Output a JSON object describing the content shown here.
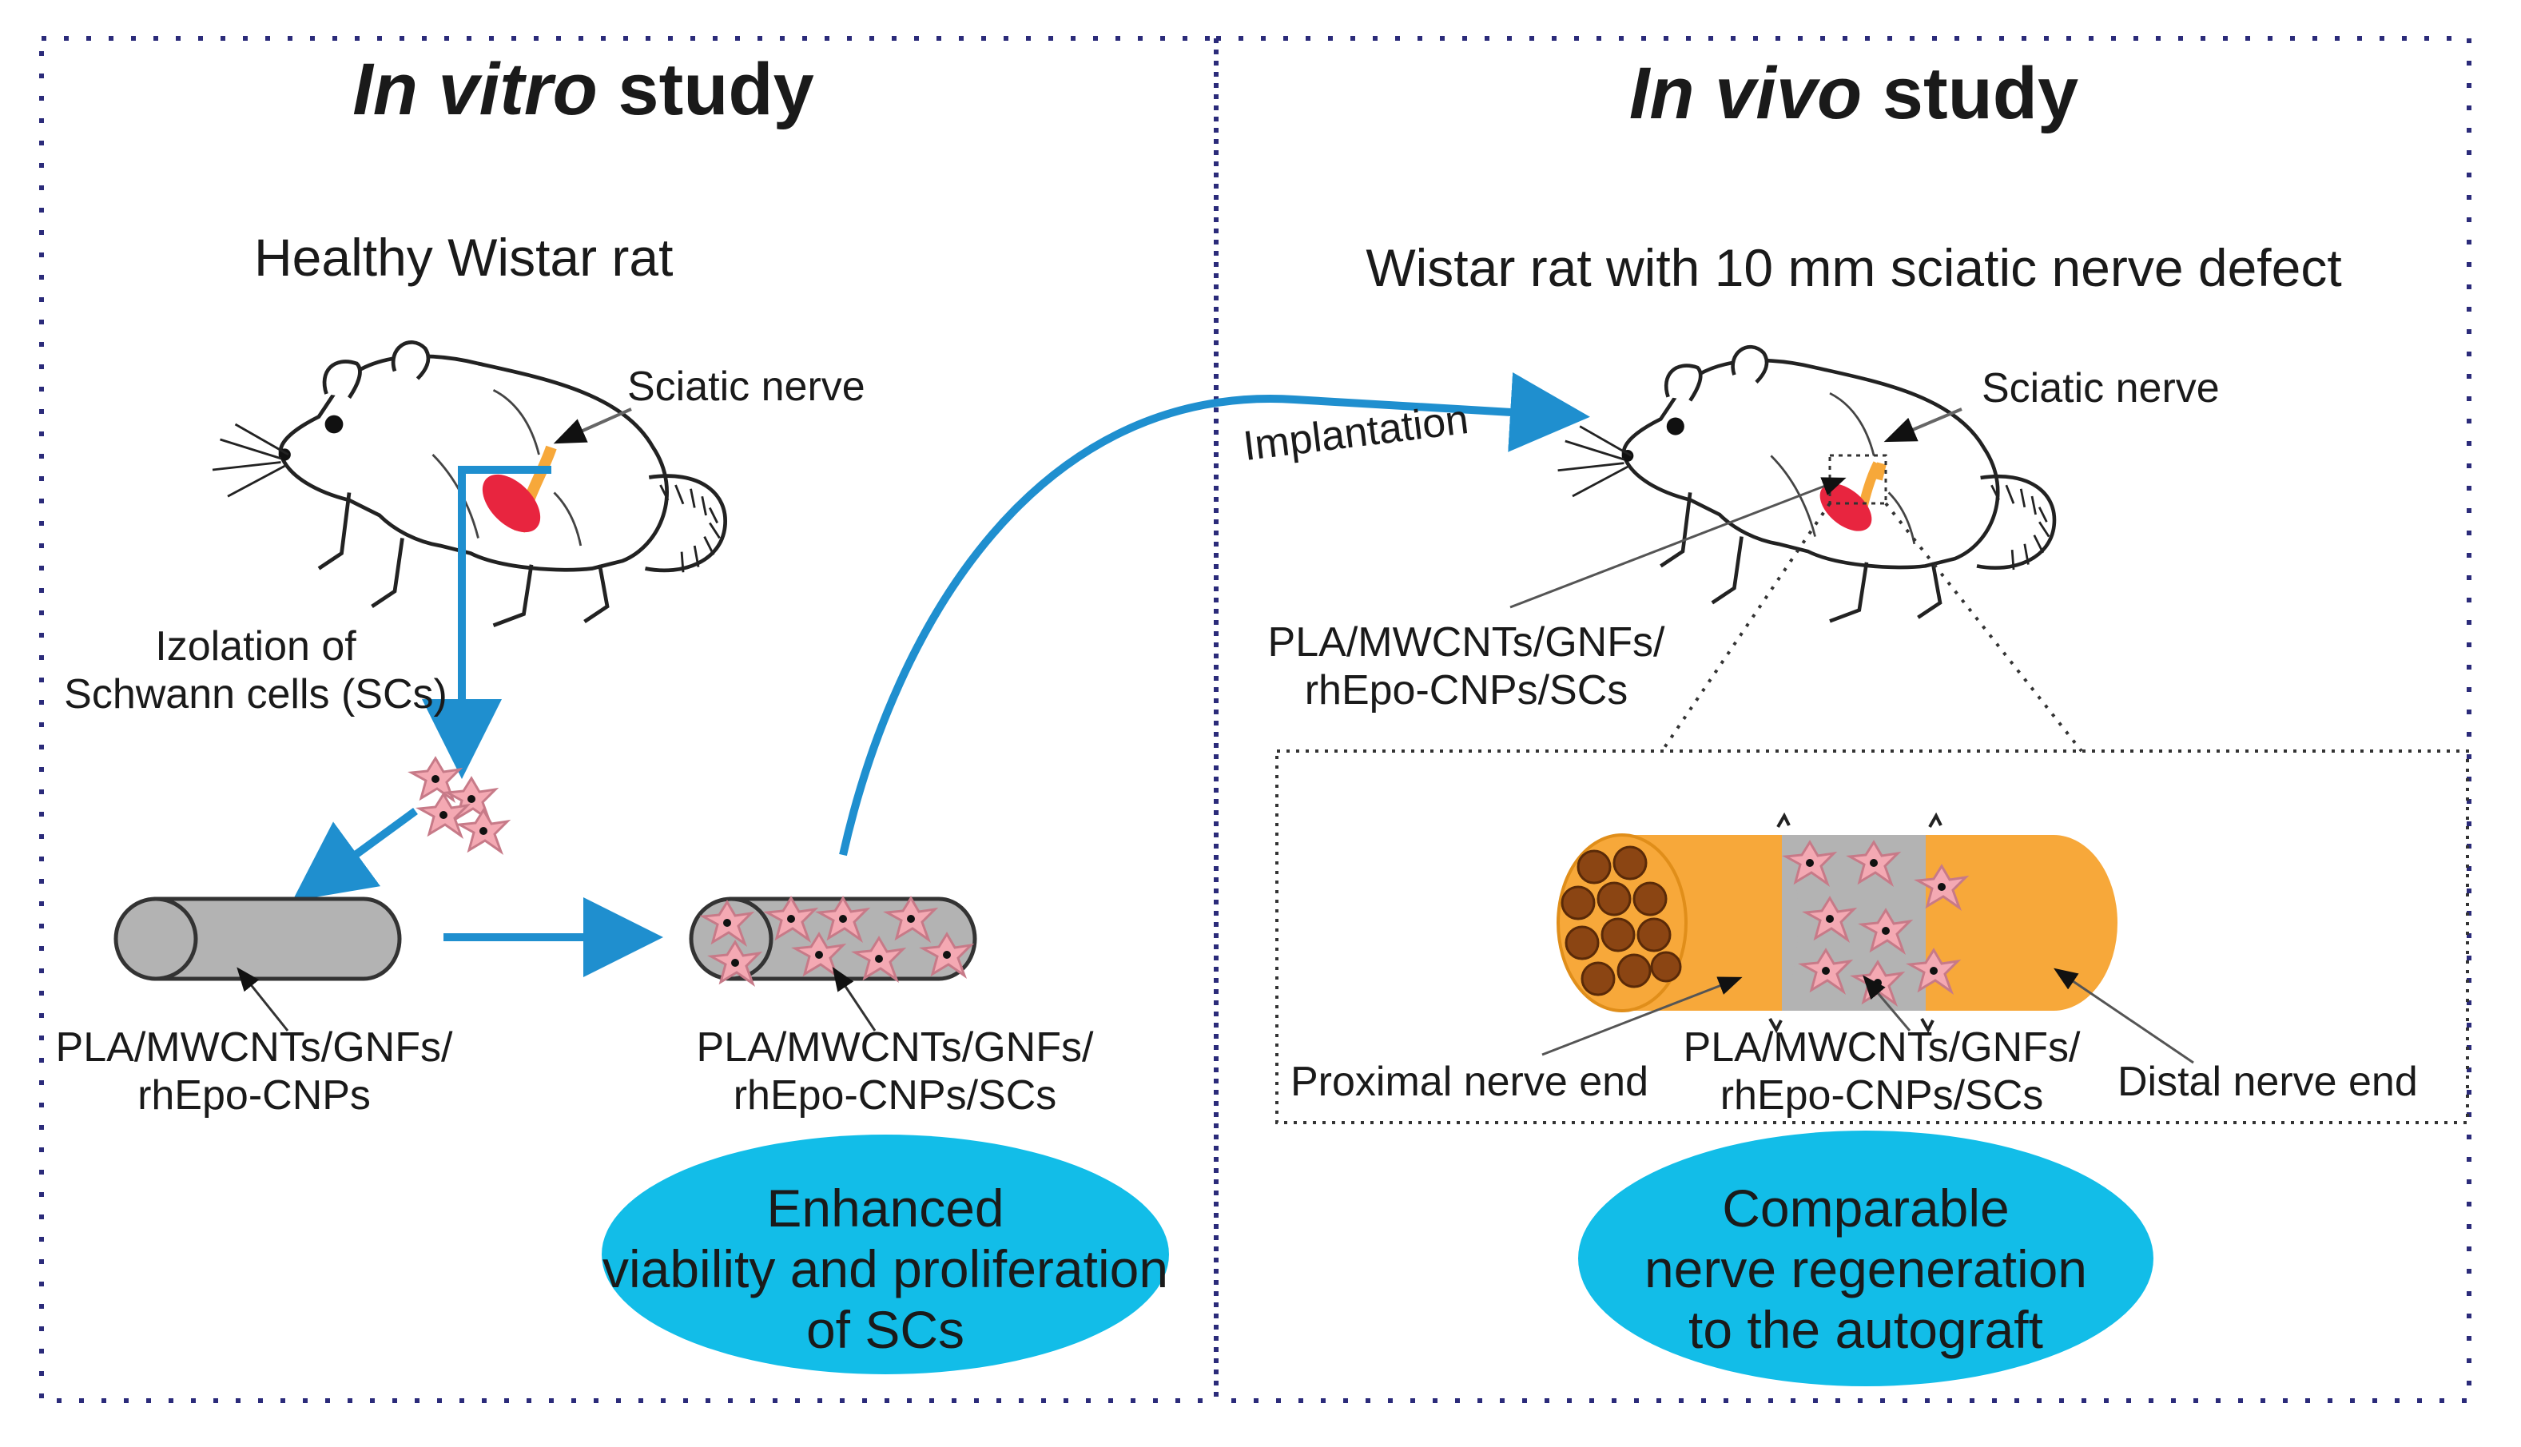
{
  "panels": {
    "left": {
      "title_italic": "In vitro",
      "title_rest": " study",
      "subtitle": "Healthy Wistar rat",
      "sciatic_label": "Sciatic nerve",
      "isolation_label": "Izolation of\nSchwann cells (SCs)",
      "scaffold_label": "PLA/MWCNTs/GNFs/\nrhEpo-CNPs",
      "seeded_scaffold_label": "PLA/MWCNTs/GNFs/\nrhEpo-CNPs/SCs",
      "outcome": "Enhanced\nviability and proliferation\nof SCs"
    },
    "right": {
      "title_italic": "In vivo",
      "title_rest": " study",
      "subtitle": "Wistar rat with 10 mm sciatic nerve defect",
      "sciatic_label": "Sciatic nerve",
      "implant_label": "PLA/MWCNTs/GNFs/\nrhEpo-CNPs/SCs",
      "proximal_label": "Proximal nerve end",
      "conduit_label": "PLA/MWCNTs/GNFs/\nrhEpo-CNPs/SCs",
      "distal_label": "Distal nerve end",
      "outcome": "Comparable\nnerve regeneration\nto the autograft"
    },
    "arrow_label": "Implantation"
  },
  "colors": {
    "arrow_blue": "#1f8fcf",
    "ellipse_cyan": "#12bde8",
    "scaffold_gray": "#b3b3b3",
    "nerve_orange": "#f7a83a",
    "cell_pink": "#f4a9b3",
    "nerve_red": "#e8253f",
    "frame_navy": "#2b2b7a"
  }
}
